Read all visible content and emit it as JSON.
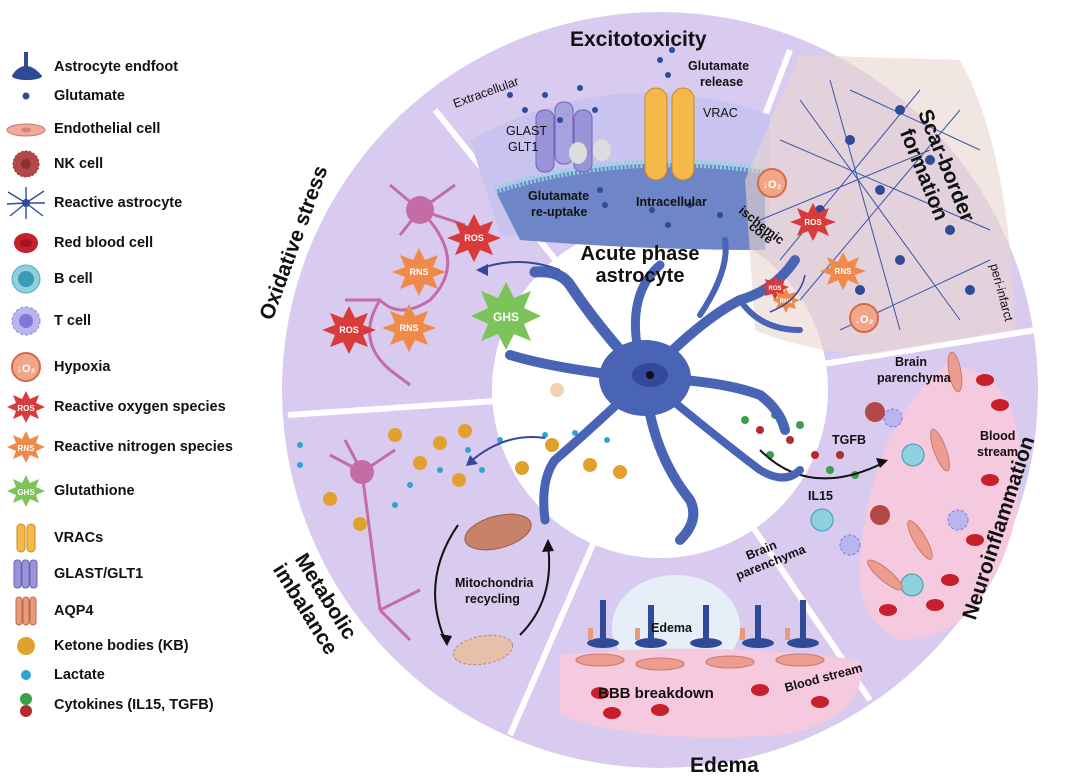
{
  "legend": [
    {
      "icon": "astrocyte-endfoot-icon",
      "label": "Astrocyte endfoot"
    },
    {
      "icon": "glutamate-icon",
      "label": "Glutamate"
    },
    {
      "icon": "endothelial-cell-icon",
      "label": "Endothelial cell"
    },
    {
      "icon": "nk-cell-icon",
      "label": "NK cell"
    },
    {
      "icon": "reactive-astrocyte-icon",
      "label": "Reactive astrocyte"
    },
    {
      "icon": "red-blood-cell-icon",
      "label": "Red blood cell"
    },
    {
      "icon": "b-cell-icon",
      "label": "B cell"
    },
    {
      "icon": "t-cell-icon",
      "label": "T cell"
    },
    {
      "icon": "hypoxia-icon",
      "label": "Hypoxia"
    },
    {
      "icon": "ros-icon",
      "label": "Reactive oxygen species"
    },
    {
      "icon": "rns-icon",
      "label": "Reactive nitrogen species"
    },
    {
      "icon": "ghs-icon",
      "label": "Glutathione"
    },
    {
      "icon": "vrac-icon",
      "label": "VRACs"
    },
    {
      "icon": "glast-glt1-icon",
      "label": "GLAST/GLT1"
    },
    {
      "icon": "aqp4-icon",
      "label": "AQP4"
    },
    {
      "icon": "ketone-body-icon",
      "label": "Ketone bodies (KB)"
    },
    {
      "icon": "lactate-icon",
      "label": "Lactate"
    },
    {
      "icon": "cytokines-icon",
      "label": "Cytokines (IL15, TGFB)"
    }
  ],
  "badges": {
    "ros": "ROS",
    "rns": "RNS",
    "ghs": "GHS",
    "o2": "↓O₂"
  },
  "center": {
    "line1": "Acute phase",
    "line2": "astrocyte"
  },
  "sectors": {
    "excitotoxicity": {
      "title": "Excitotoxicity",
      "extracellular": "Extracellular",
      "glast_line1": "GLAST",
      "glast_line2": "GLT1",
      "release_line1": "Glutamate",
      "release_line2": "release",
      "vrac": "VRAC",
      "reuptake_line1": "Glutamate",
      "reuptake_line2": "re-uptake",
      "intracellular": "Intracellular"
    },
    "scar": {
      "title_line1": "Scar-border",
      "title_line2": "formation",
      "core_line1": "ischemic",
      "core_line2": "core",
      "peri": "peri-infarct"
    },
    "neuro": {
      "title": "Neuroinflammation",
      "parenchyma_line1": "Brain",
      "parenchyma_line2": "parenchyma",
      "blood_line1": "Blood",
      "blood_line2": "stream",
      "tgfb": "TGFB",
      "il15": "IL15"
    },
    "edema": {
      "title": "Edema",
      "edema_label": "Edema",
      "parenchyma_line1": "Brain",
      "parenchyma_line2": "parenchyma",
      "bbb": "BBB breakdown",
      "blood": "Blood stream"
    },
    "metabolic": {
      "title_line1": "Metabolic",
      "title_line2": "imbalance",
      "mito_line1": "Mitochondria",
      "mito_line2": "recycling"
    },
    "oxidative": {
      "title": "Oxidative stress"
    }
  },
  "colors": {
    "ring": "#d8c9ee",
    "ring_stroke": "#ffffff",
    "astrocyte": "#4a64b5",
    "astrocyte_dark": "#33489a",
    "neuron": "#c56ba5",
    "ros": "#d93a3a",
    "rns": "#ef8a4a",
    "ghs": "#7cc45a",
    "ketone": "#e2a02c",
    "lactate": "#2fa2d8",
    "blood": "#f7cfe2",
    "rbc": "#c8202a",
    "endothelial": "#ec9d8f"
  }
}
